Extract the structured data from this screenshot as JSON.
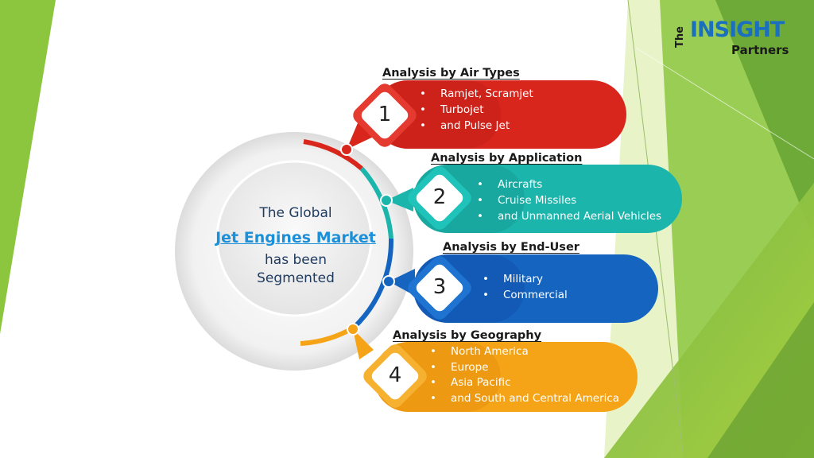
{
  "logo": {
    "the": "The",
    "insight": "INSIGHT",
    "partners": "Partners"
  },
  "center": {
    "line1": "The Global",
    "market": "Jet Engines Market",
    "line3": "has been",
    "line4": "Segmented"
  },
  "segments": [
    {
      "number": "1",
      "heading": "Analysis by  Air Types",
      "color": "#d9261c",
      "items": [
        "Ramjet, Scramjet",
        "Turbojet",
        "and Pulse Jet"
      ]
    },
    {
      "number": "2",
      "heading": "Analysis by  Application",
      "color": "#1bb5ac",
      "items": [
        "Aircrafts",
        "Cruise Missiles",
        "and Unmanned Aerial Vehicles"
      ]
    },
    {
      "number": "3",
      "heading": "Analysis by  End-User",
      "color": "#1565c0",
      "items": [
        "Military",
        "Commercial"
      ]
    },
    {
      "number": "4",
      "heading": "Analysis by Geography",
      "color": "#f5a418",
      "items": [
        "North America",
        "Europe",
        "Asia Pacific",
        "and South and Central America"
      ]
    }
  ]
}
